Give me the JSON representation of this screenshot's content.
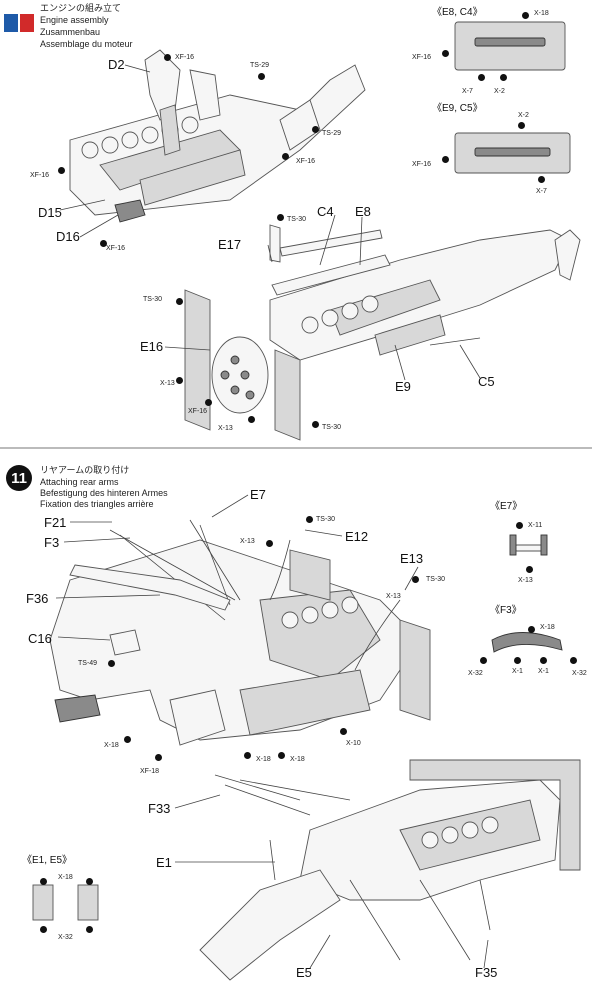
{
  "colors": {
    "ink": "#111111",
    "line": "#555555",
    "shade": "#d8d8d8",
    "watermark_blue": "#1e5aa8",
    "watermark_red": "#d12a2a"
  },
  "step_top": {
    "title_ja": "エンジンの組み立て",
    "title_en": "Engine assembly",
    "title_de": "Zusammenbau",
    "title_fr": "Assemblage du moteur",
    "parts": {
      "d2": "D2",
      "d15": "D15",
      "d16": "D16",
      "c4": "C4",
      "e8": "E8",
      "e17": "E17",
      "e16": "E16",
      "e9": "E9",
      "c5": "C5"
    },
    "screws": {
      "xf16": "XF-16",
      "ts29": "TS-29",
      "ts30": "TS-30",
      "x13": "X-13"
    }
  },
  "inset_e8c4": {
    "label": "《E8, C4》",
    "x18": "X-18",
    "xf16": "XF-16",
    "x7": "X-7",
    "x2": "X-2"
  },
  "inset_e9c5": {
    "label": "《E9, C5》",
    "x2": "X-2",
    "xf16": "XF-16",
    "x7": "X-7"
  },
  "step11": {
    "number": "11",
    "title_ja": "リヤアームの取り付け",
    "title_en": "Attaching rear arms",
    "title_de": "Befestigung des hinteren Armes",
    "title_fr": "Fixation des triangles arrière",
    "parts": {
      "e7": "E7",
      "f21": "F21",
      "f3": "F3",
      "e12": "E12",
      "e13": "E13",
      "f36": "F36",
      "c16": "C16",
      "f33": "F33",
      "e1": "E1",
      "e5": "E5",
      "f35": "F35"
    },
    "screws": {
      "ts30": "TS-30",
      "x13": "X-13",
      "ts49": "TS-49",
      "x18": "X-18",
      "xf18": "XF-18",
      "x10": "X-10"
    }
  },
  "inset_e7": {
    "label": "《E7》",
    "x11": "X-11",
    "x13": "X-13"
  },
  "inset_f3": {
    "label": "《F3》",
    "x18": "X-18",
    "x32": "X-32",
    "x1": "X-1",
    "x32b": "X-32"
  },
  "inset_e1e5": {
    "label": "《E1, E5》",
    "x18": "X-18",
    "x32": "X-32"
  }
}
